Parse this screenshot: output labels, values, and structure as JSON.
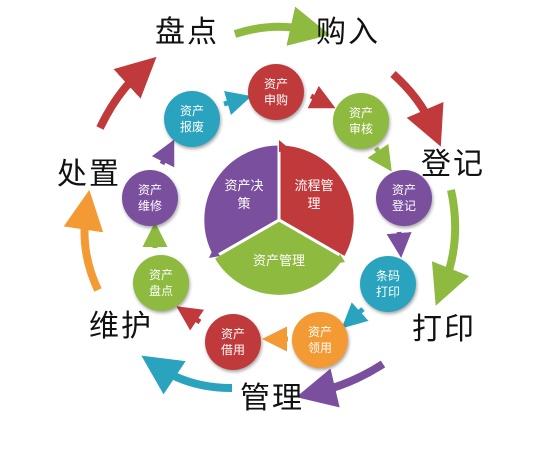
{
  "stages": {
    "inventory": "盘点",
    "purchase": "购入",
    "register": "登记",
    "dispose": "处置",
    "print": "打印",
    "maintain": "维护",
    "manage": "管理"
  },
  "center": {
    "decision": [
      "资产决",
      "策"
    ],
    "process": [
      "流程管",
      "理"
    ],
    "management": "资产管理"
  },
  "nodes": {
    "apply": {
      "l1": "资产",
      "l2": "申购",
      "color": "#c0393b"
    },
    "audit": {
      "l1": "资产",
      "l2": "审核",
      "color": "#8dba3f"
    },
    "reg": {
      "l1": "资产",
      "l2": "登记",
      "color": "#7a4f9d"
    },
    "barcode": {
      "l1": "条码",
      "l2": "打印",
      "color": "#2aa3bf"
    },
    "receive": {
      "l1": "资产",
      "l2": "领用",
      "color": "#f39a35"
    },
    "borrow": {
      "l1": "资产",
      "l2": "借用",
      "color": "#c0393b"
    },
    "count": {
      "l1": "资产",
      "l2": "盘点",
      "color": "#8dba3f"
    },
    "repair": {
      "l1": "资产",
      "l2": "维修",
      "color": "#7a4f9d"
    },
    "scrap": {
      "l1": "资产",
      "l2": "报废",
      "color": "#2aa3bf"
    }
  },
  "colors": {
    "red": "#c0393b",
    "green": "#8dba3f",
    "purple": "#7a4f9d",
    "blue": "#2aa3bf",
    "orange": "#f39a35"
  }
}
